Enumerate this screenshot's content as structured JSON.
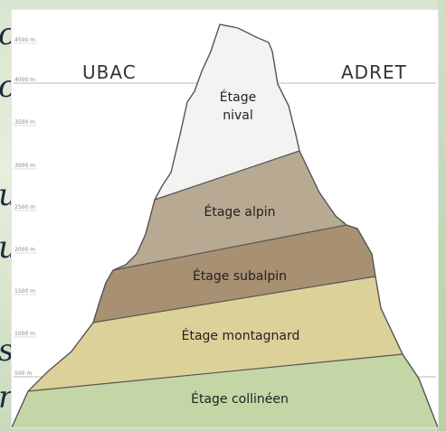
{
  "page_margin_text": [
    "c",
    "o",
    "u",
    "u",
    "s",
    "r"
  ],
  "diagram": {
    "left_side_label": "UBAC",
    "right_side_label": "ADRET",
    "altitude_ticks": [
      "4500 m",
      "4000 m",
      "3500 m",
      "3000 m",
      "2500 m",
      "2000 m",
      "1500 m",
      "1000 m",
      "500 m"
    ],
    "zones": [
      {
        "id": "nival",
        "lines": [
          "Étage",
          "nival"
        ],
        "color": "#f3f3f1"
      },
      {
        "id": "alpin",
        "lines": [
          "Étage alpin"
        ],
        "color": "#b7a992"
      },
      {
        "id": "subalpin",
        "lines": [
          "Étage subalpin"
        ],
        "color": "#a89072"
      },
      {
        "id": "montagnard",
        "lines": [
          "Étage montagnard"
        ],
        "color": "#ddd19a"
      },
      {
        "id": "collineen",
        "lines": [
          "Étage collinéen"
        ],
        "color": "#c4d6a5"
      }
    ]
  }
}
